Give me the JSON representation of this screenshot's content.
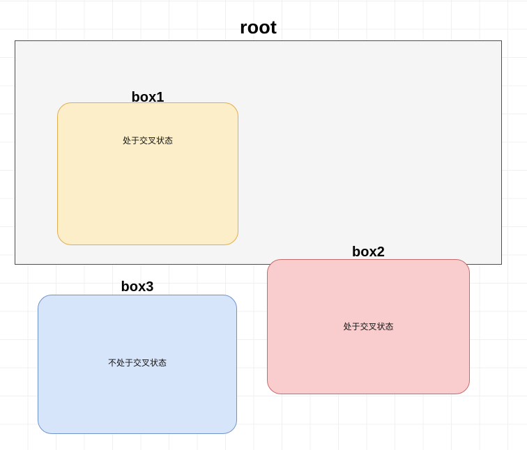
{
  "canvas": {
    "background": "#ffffff",
    "grid_color": "#f0f0f0",
    "grid_size": 40
  },
  "root": {
    "label": "root",
    "fill": "#f5f5f5",
    "border": "#4d4d4d"
  },
  "boxes": [
    {
      "id": "box1",
      "label": "box1",
      "text": "处于交叉状态",
      "fill": "#fbeec8",
      "border": "#e0ae4e",
      "intersecting": true
    },
    {
      "id": "box2",
      "label": "box2",
      "text": "处于交叉状态",
      "fill": "#f9cdcd",
      "border": "#c76a6a",
      "intersecting": true
    },
    {
      "id": "box3",
      "label": "box3",
      "text": "不处于交叉状态",
      "fill": "#d7e5fb",
      "border": "#6f93c9",
      "intersecting": false
    }
  ]
}
